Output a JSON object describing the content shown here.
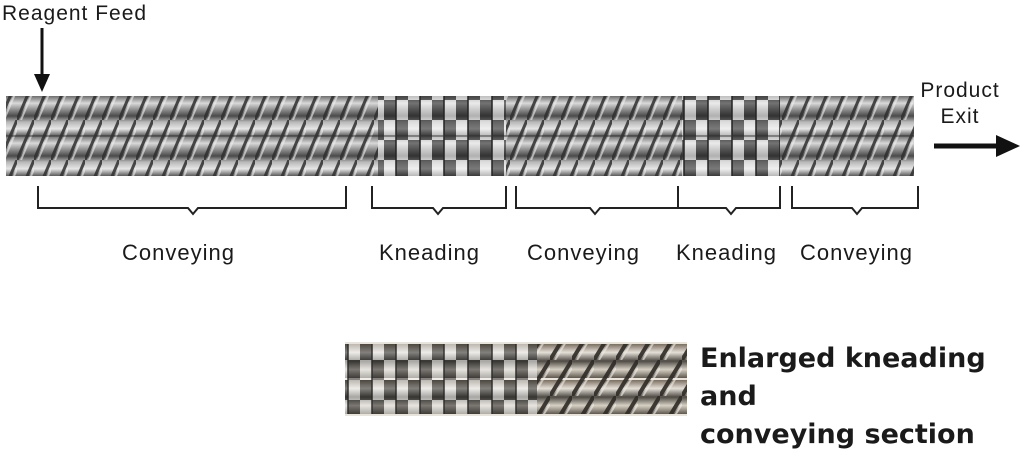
{
  "labels": {
    "reagent_feed": "Reagent Feed",
    "product_exit_line1": "Product",
    "product_exit_line2": "Exit"
  },
  "sections": [
    {
      "name": "Conveying",
      "type": "conveying"
    },
    {
      "name": "Kneading",
      "type": "kneading"
    },
    {
      "name": "Conveying",
      "type": "conveying"
    },
    {
      "name": "Kneading",
      "type": "kneading"
    },
    {
      "name": "Conveying",
      "type": "conveying"
    }
  ],
  "caption": {
    "line1": "Enlarged kneading and",
    "line2": "conveying section"
  }
}
